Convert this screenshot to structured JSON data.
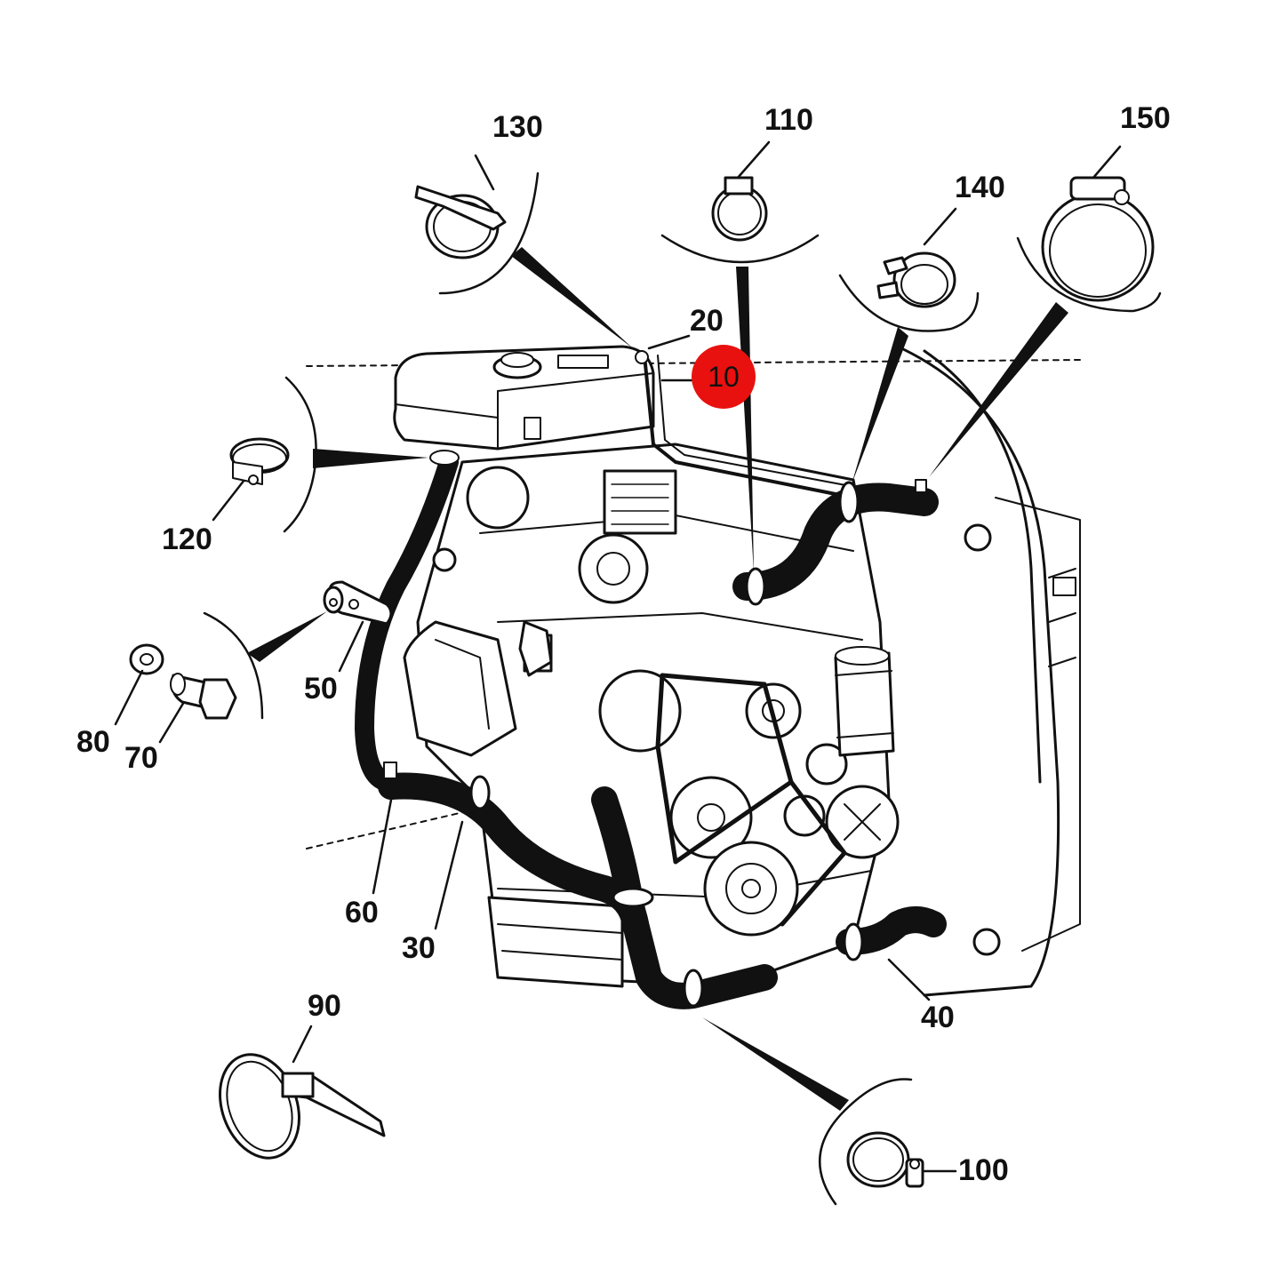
{
  "diagram": {
    "highlight_color": "#e8110f",
    "line_color": "#111111",
    "highlighted_part": "10",
    "callouts": [
      {
        "id": "c10",
        "label": "10"
      },
      {
        "id": "c20",
        "label": "20"
      },
      {
        "id": "c30",
        "label": "30"
      },
      {
        "id": "c40",
        "label": "40"
      },
      {
        "id": "c50",
        "label": "50"
      },
      {
        "id": "c60",
        "label": "60"
      },
      {
        "id": "c70",
        "label": "70"
      },
      {
        "id": "c80",
        "label": "80"
      },
      {
        "id": "c90",
        "label": "90"
      },
      {
        "id": "c100",
        "label": "100"
      },
      {
        "id": "c110",
        "label": "110"
      },
      {
        "id": "c120",
        "label": "120"
      },
      {
        "id": "c130",
        "label": "130"
      },
      {
        "id": "c140",
        "label": "140"
      },
      {
        "id": "c150",
        "label": "150"
      }
    ]
  }
}
